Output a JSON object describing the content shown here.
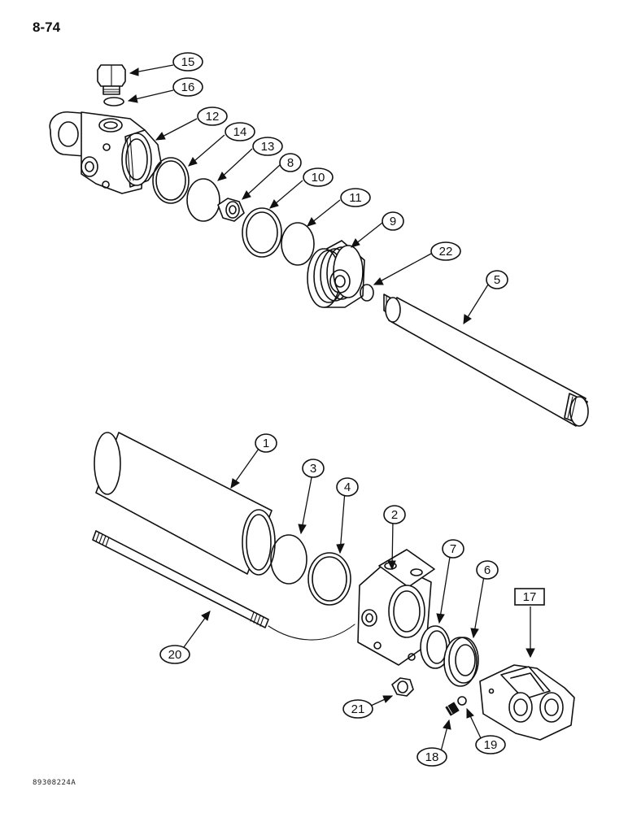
{
  "page_number": "8-74",
  "drawing_code": "89308224A",
  "callouts": [
    {
      "label": "15",
      "shape": "oval"
    },
    {
      "label": "16",
      "shape": "oval"
    },
    {
      "label": "12",
      "shape": "oval"
    },
    {
      "label": "14",
      "shape": "oval"
    },
    {
      "label": "13",
      "shape": "oval"
    },
    {
      "label": "8",
      "shape": "oval"
    },
    {
      "label": "10",
      "shape": "oval"
    },
    {
      "label": "11",
      "shape": "oval"
    },
    {
      "label": "9",
      "shape": "oval"
    },
    {
      "label": "22",
      "shape": "oval"
    },
    {
      "label": "5",
      "shape": "oval"
    },
    {
      "label": "1",
      "shape": "oval"
    },
    {
      "label": "3",
      "shape": "oval"
    },
    {
      "label": "4",
      "shape": "oval"
    },
    {
      "label": "2",
      "shape": "oval"
    },
    {
      "label": "7",
      "shape": "oval"
    },
    {
      "label": "6",
      "shape": "oval"
    },
    {
      "label": "17",
      "shape": "box"
    },
    {
      "label": "20",
      "shape": "oval"
    },
    {
      "label": "21",
      "shape": "oval"
    },
    {
      "label": "18",
      "shape": "oval"
    },
    {
      "label": "19",
      "shape": "oval"
    }
  ]
}
